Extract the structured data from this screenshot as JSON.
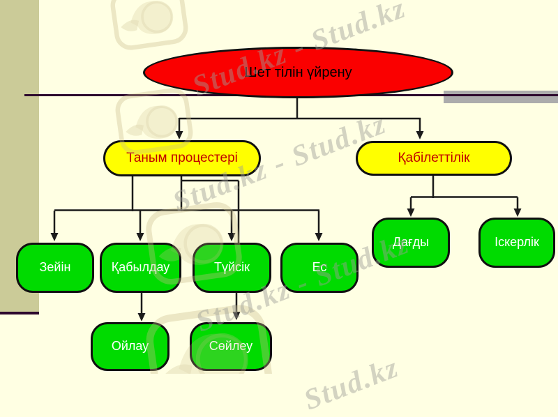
{
  "background": {
    "page_bg": "#FFFFE3",
    "sidebar_color": "#CBCB98",
    "rule_color": "#2D082D",
    "gray_bar_color": "#ACACAC"
  },
  "diagram": {
    "root": {
      "label": "Шет тілін үйрену",
      "fill": "#FA0000",
      "text_color": "#000000"
    },
    "branches": {
      "tanym": {
        "label": "Таным процестері",
        "fill": "#FFFF00",
        "text_color": "#C00000"
      },
      "qabilet": {
        "label": "Қабілеттілік",
        "fill": "#FFFF00",
        "text_color": "#C00000"
      }
    },
    "leaves": {
      "zeiin": {
        "label": "Зейін"
      },
      "qabyldau": {
        "label": "Қабылдау"
      },
      "tuisik": {
        "label": "Түйсік"
      },
      "es": {
        "label": "Ес"
      },
      "dagdy": {
        "label": "Дағды"
      },
      "iskerlik": {
        "label": "Іскерлік"
      },
      "oilau": {
        "label": "Ойлау"
      },
      "soileu": {
        "label": "Сөйлеу"
      }
    },
    "leaf_fill": "#00DB00",
    "leaf_text_color": "#FFFFFF",
    "connector_color": "#1B1B1B"
  },
  "watermark": {
    "full_text": "Stud.kz - Stud.kz",
    "word": "Stud.kz",
    "color": "#9E9E96"
  }
}
